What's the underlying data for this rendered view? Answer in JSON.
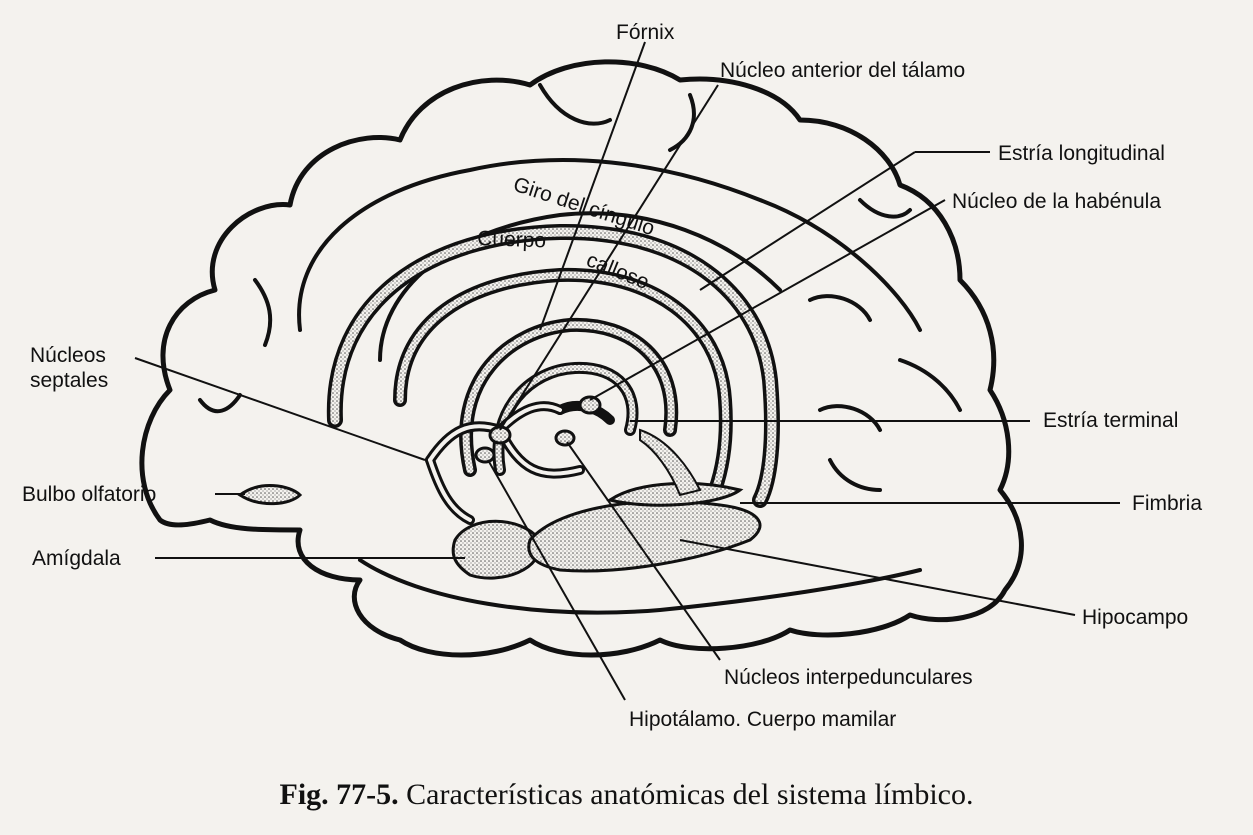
{
  "labels": {
    "fornix": "Fórnix",
    "nucleo_anterior": "Núcleo anterior del tálamo",
    "estria_longitudinal": "Estría longitudinal",
    "nucleo_habenula": "Núcleo de la habénula",
    "giro_cingulo": "Giro del cíngulo",
    "cuerpo": "Cuerpo",
    "calloso": "calloso",
    "nucleos": "Núcleos",
    "septales": "septales",
    "estria_terminal": "Estría terminal",
    "bulbo_olfatorio": "Bulbo olfatorio",
    "fimbria": "Fimbria",
    "amigdala": "Amígdala",
    "hipocampo": "Hipocampo",
    "nucleos_interpedunculares": "Núcleos interpedunculares",
    "hipotalamo": "Hipotálamo. Cuerpo mamilar"
  },
  "caption": {
    "number": "Fig. 77-5.",
    "text": "Características anatómicas del sistema límbico."
  }
}
